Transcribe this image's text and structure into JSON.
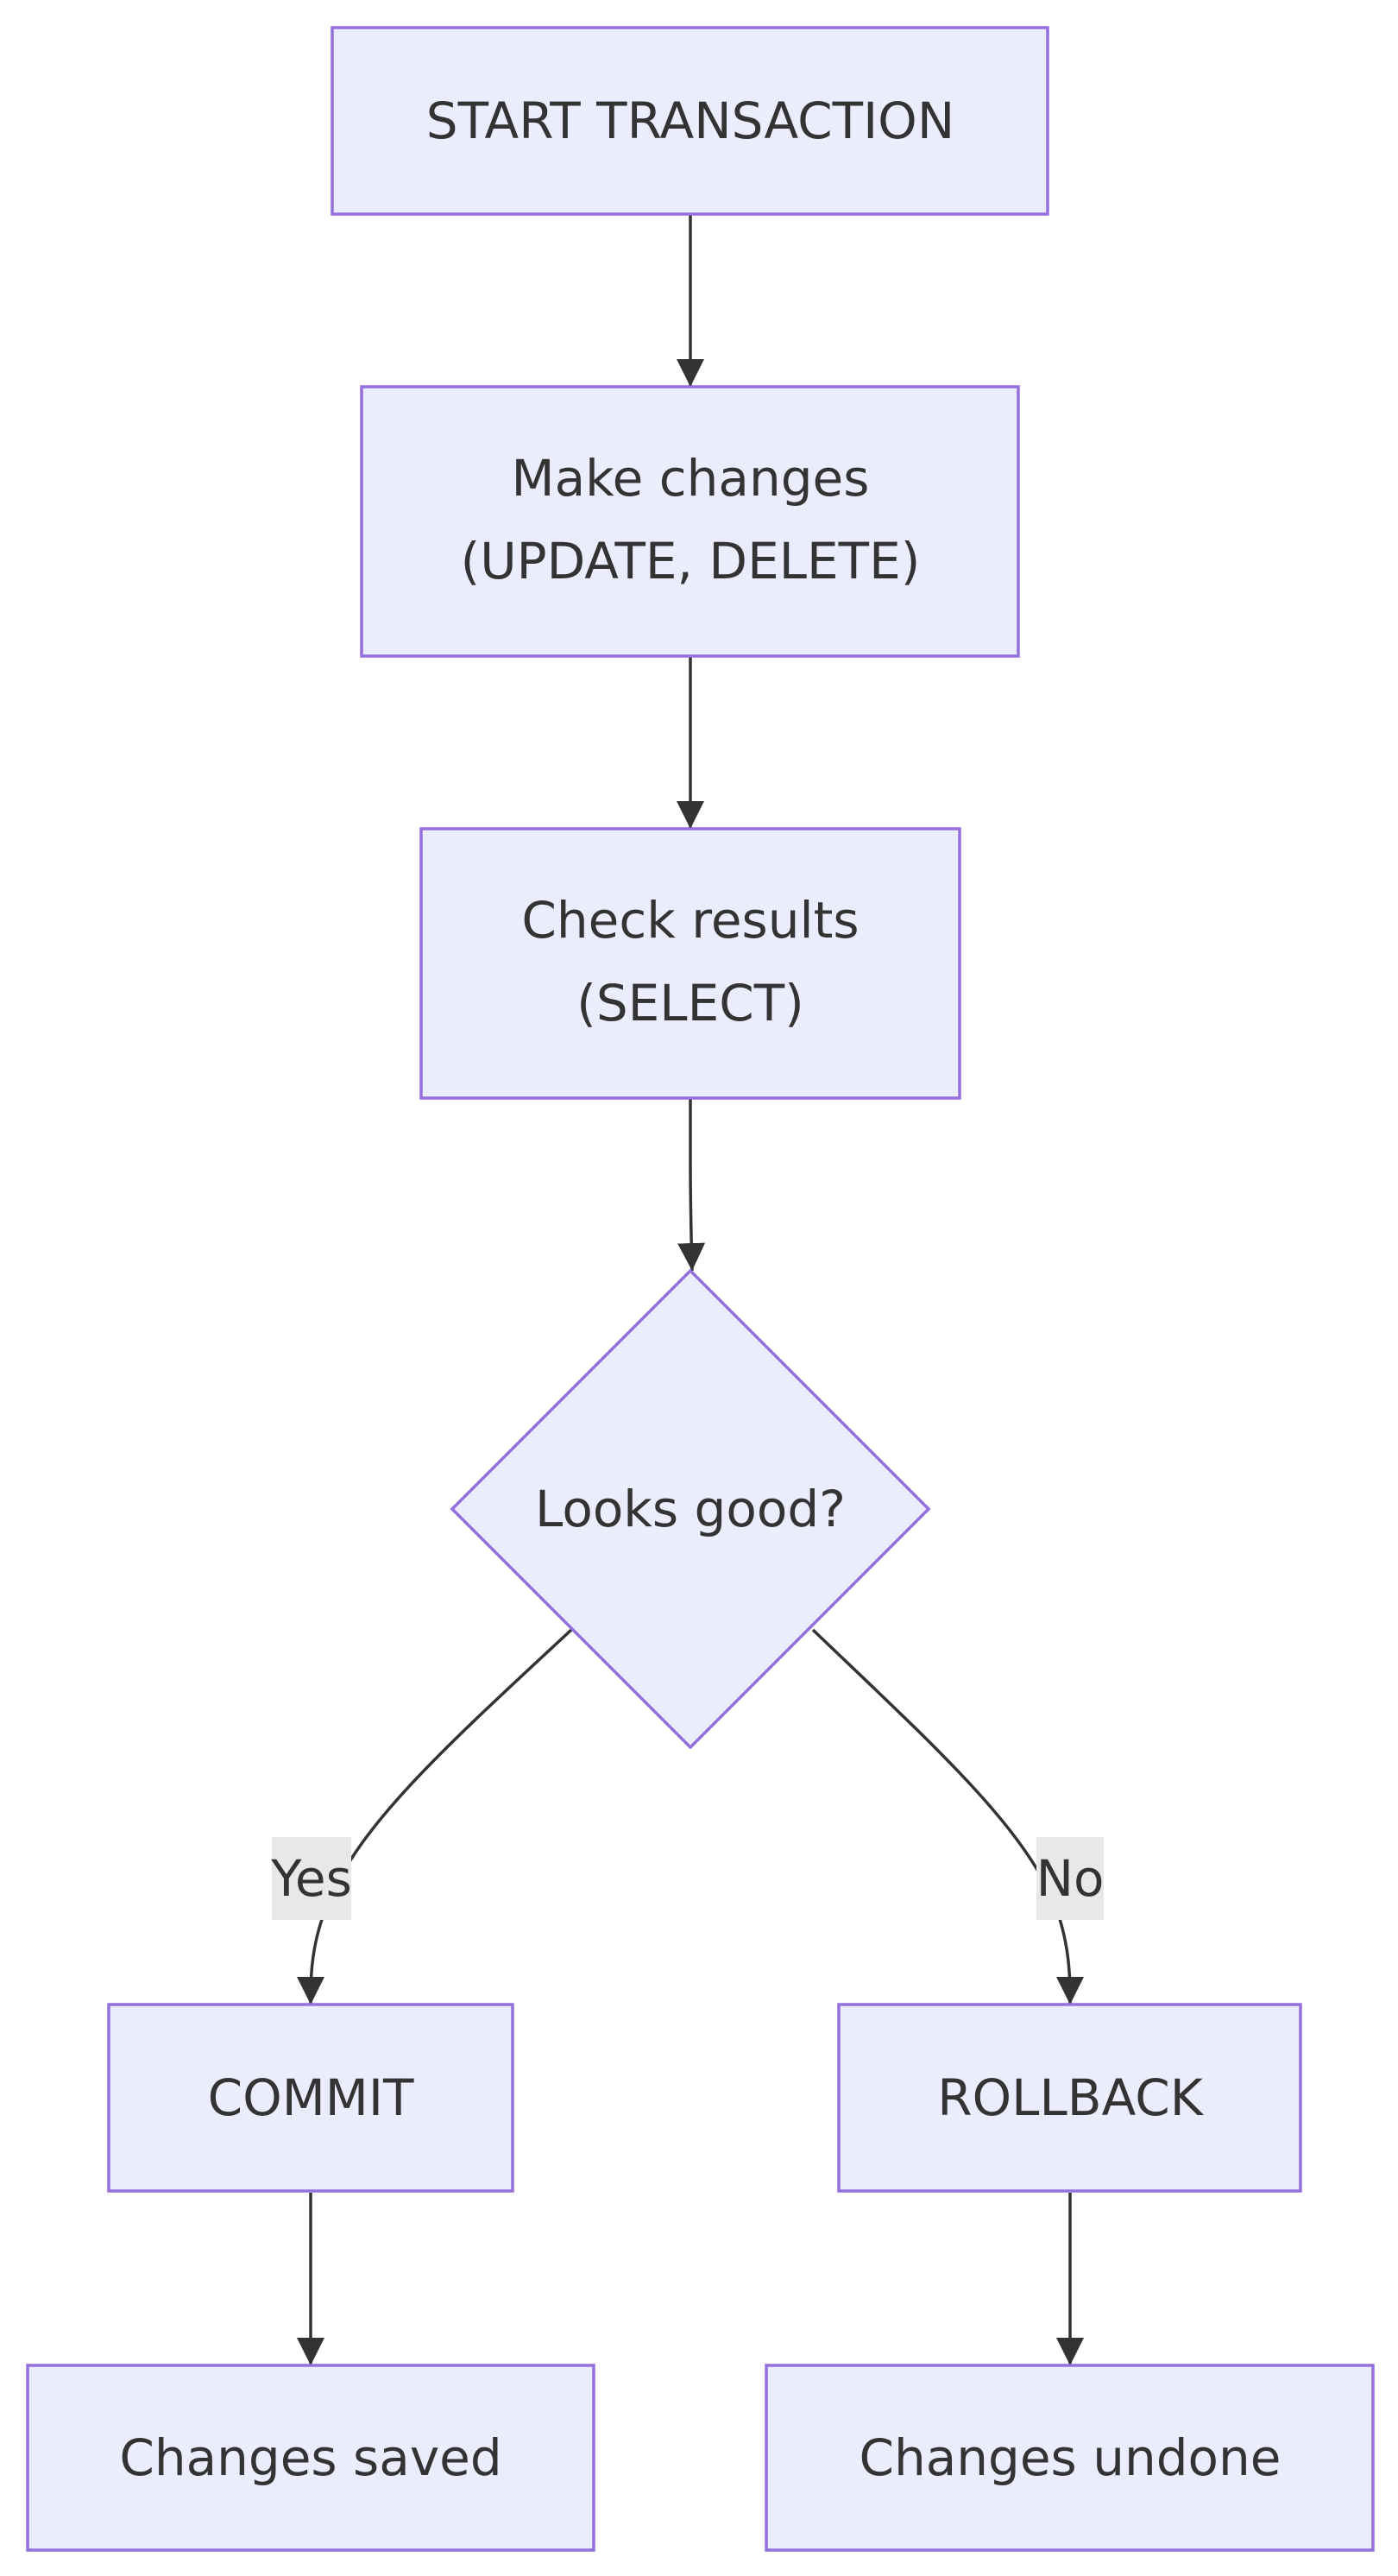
{
  "diagram": {
    "nodes": {
      "start": {
        "lines": [
          "START TRANSACTION"
        ],
        "shape": "rect"
      },
      "changes": {
        "lines": [
          "Make changes",
          "(UPDATE, DELETE)"
        ],
        "shape": "rect"
      },
      "check": {
        "lines": [
          "Check results",
          "(SELECT)"
        ],
        "shape": "rect"
      },
      "decision": {
        "lines": [
          "Looks good?"
        ],
        "shape": "diamond"
      },
      "commit": {
        "lines": [
          "COMMIT"
        ],
        "shape": "rect"
      },
      "rollback": {
        "lines": [
          "ROLLBACK"
        ],
        "shape": "rect"
      },
      "saved": {
        "lines": [
          "Changes saved"
        ],
        "shape": "rect"
      },
      "undone": {
        "lines": [
          "Changes undone"
        ],
        "shape": "rect"
      }
    },
    "edges": [
      {
        "from": "start",
        "to": "changes",
        "label": ""
      },
      {
        "from": "changes",
        "to": "check",
        "label": ""
      },
      {
        "from": "check",
        "to": "decision",
        "label": ""
      },
      {
        "from": "decision",
        "to": "commit",
        "label": "Yes"
      },
      {
        "from": "decision",
        "to": "rollback",
        "label": "No"
      },
      {
        "from": "commit",
        "to": "saved",
        "label": ""
      },
      {
        "from": "rollback",
        "to": "undone",
        "label": ""
      }
    ],
    "colors": {
      "node_fill": "#ececff",
      "node_stroke": "#9370db",
      "text": "#333333",
      "edge": "#333333",
      "edge_label_bg": "#e8e8e8"
    }
  }
}
